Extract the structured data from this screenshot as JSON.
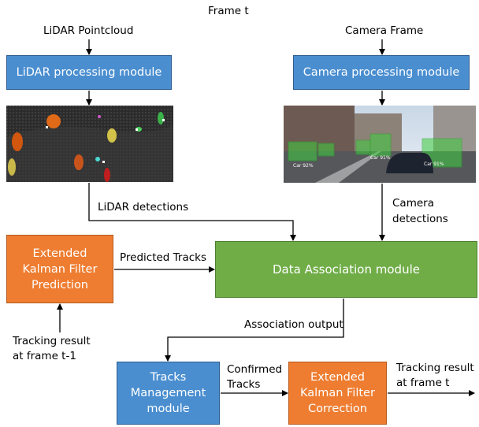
{
  "title": "Frame t",
  "inputs": {
    "lidar": "LiDAR Pointcloud",
    "camera": "Camera Frame"
  },
  "modules": {
    "lidar_processing": "LiDAR processing module",
    "camera_processing": "Camera processing module",
    "ekf_prediction": "Extended\nKalman Filter\nPrediction",
    "data_association": "Data Association module",
    "tracks_management": "Tracks\nManagement\nmodule",
    "ekf_correction": "Extended\nKalman Filter\nCorrection"
  },
  "edges": {
    "lidar_detections": "LiDAR detections",
    "camera_detections": "Camera\ndetections",
    "predicted_tracks": "Predicted Tracks",
    "association_output": "Association output",
    "confirmed_tracks": "Confirmed\nTracks",
    "tracking_result_prev": "Tracking result\nat frame t-1",
    "tracking_result_out": "Tracking result\nat frame t"
  },
  "image_labels": {
    "car_a": "Car 92%",
    "car_b": "Car 91%",
    "car_c": "Car 91%"
  },
  "colors": {
    "blue_module": "#4a8ed0",
    "orange_module": "#ee7d31",
    "green_module": "#70ad47"
  }
}
